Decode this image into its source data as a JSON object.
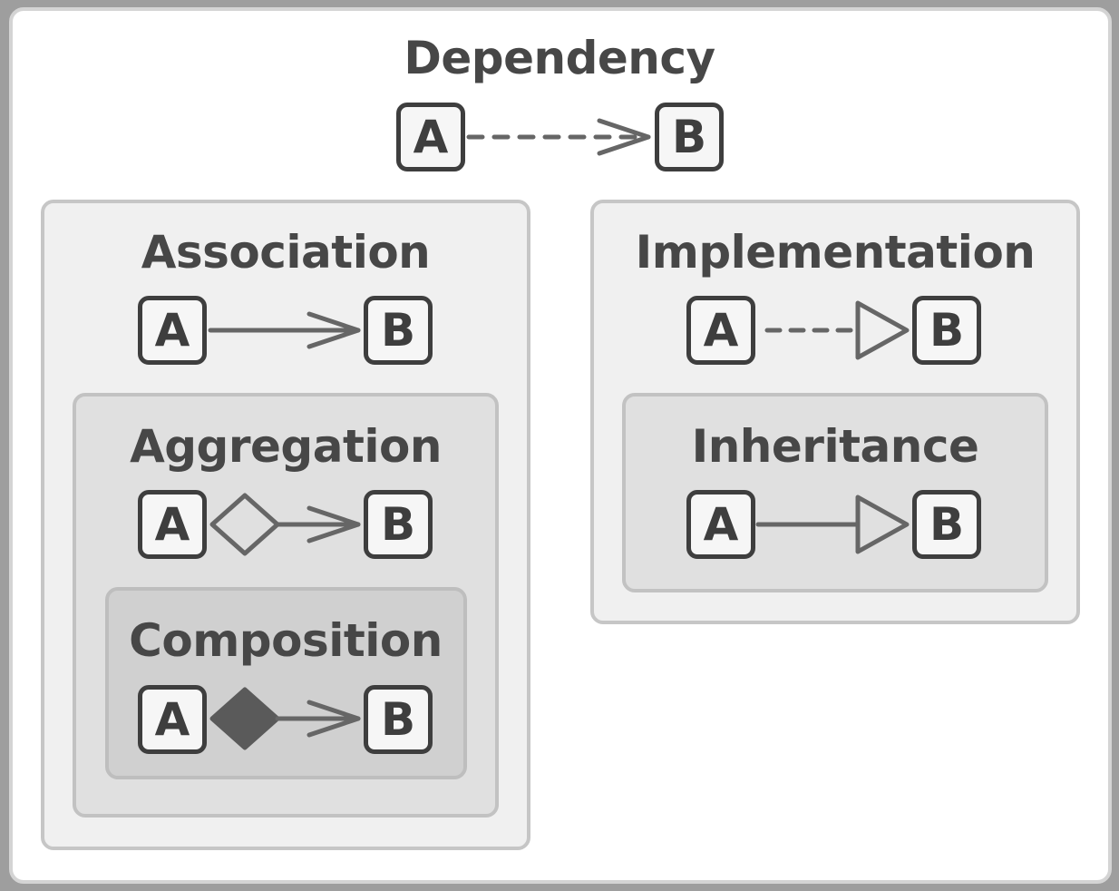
{
  "colors": {
    "background": "#ffffff",
    "panel_level_1": "#f0f0f0",
    "panel_level_2": "#e0e0e0",
    "panel_level_3": "#d0d0d0",
    "box_border": "#3e3e3e",
    "connector": "#666666",
    "title_text": "#474747"
  },
  "relations": {
    "dependency": {
      "title": "Dependency",
      "source": "A",
      "target": "B",
      "line": "dashed",
      "head": "open-arrow"
    },
    "association": {
      "title": "Association",
      "source": "A",
      "target": "B",
      "line": "solid",
      "head": "open-arrow"
    },
    "aggregation": {
      "title": "Aggregation",
      "source": "A",
      "target": "B",
      "line": "solid",
      "head": "open-arrow",
      "tail": "hollow-diamond"
    },
    "composition": {
      "title": "Composition",
      "source": "A",
      "target": "B",
      "line": "solid",
      "head": "open-arrow",
      "tail": "filled-diamond"
    },
    "implementation": {
      "title": "Implementation",
      "source": "A",
      "target": "B",
      "line": "dashed",
      "head": "hollow-triangle"
    },
    "inheritance": {
      "title": "Inheritance",
      "source": "A",
      "target": "B",
      "line": "solid",
      "head": "hollow-triangle"
    }
  }
}
